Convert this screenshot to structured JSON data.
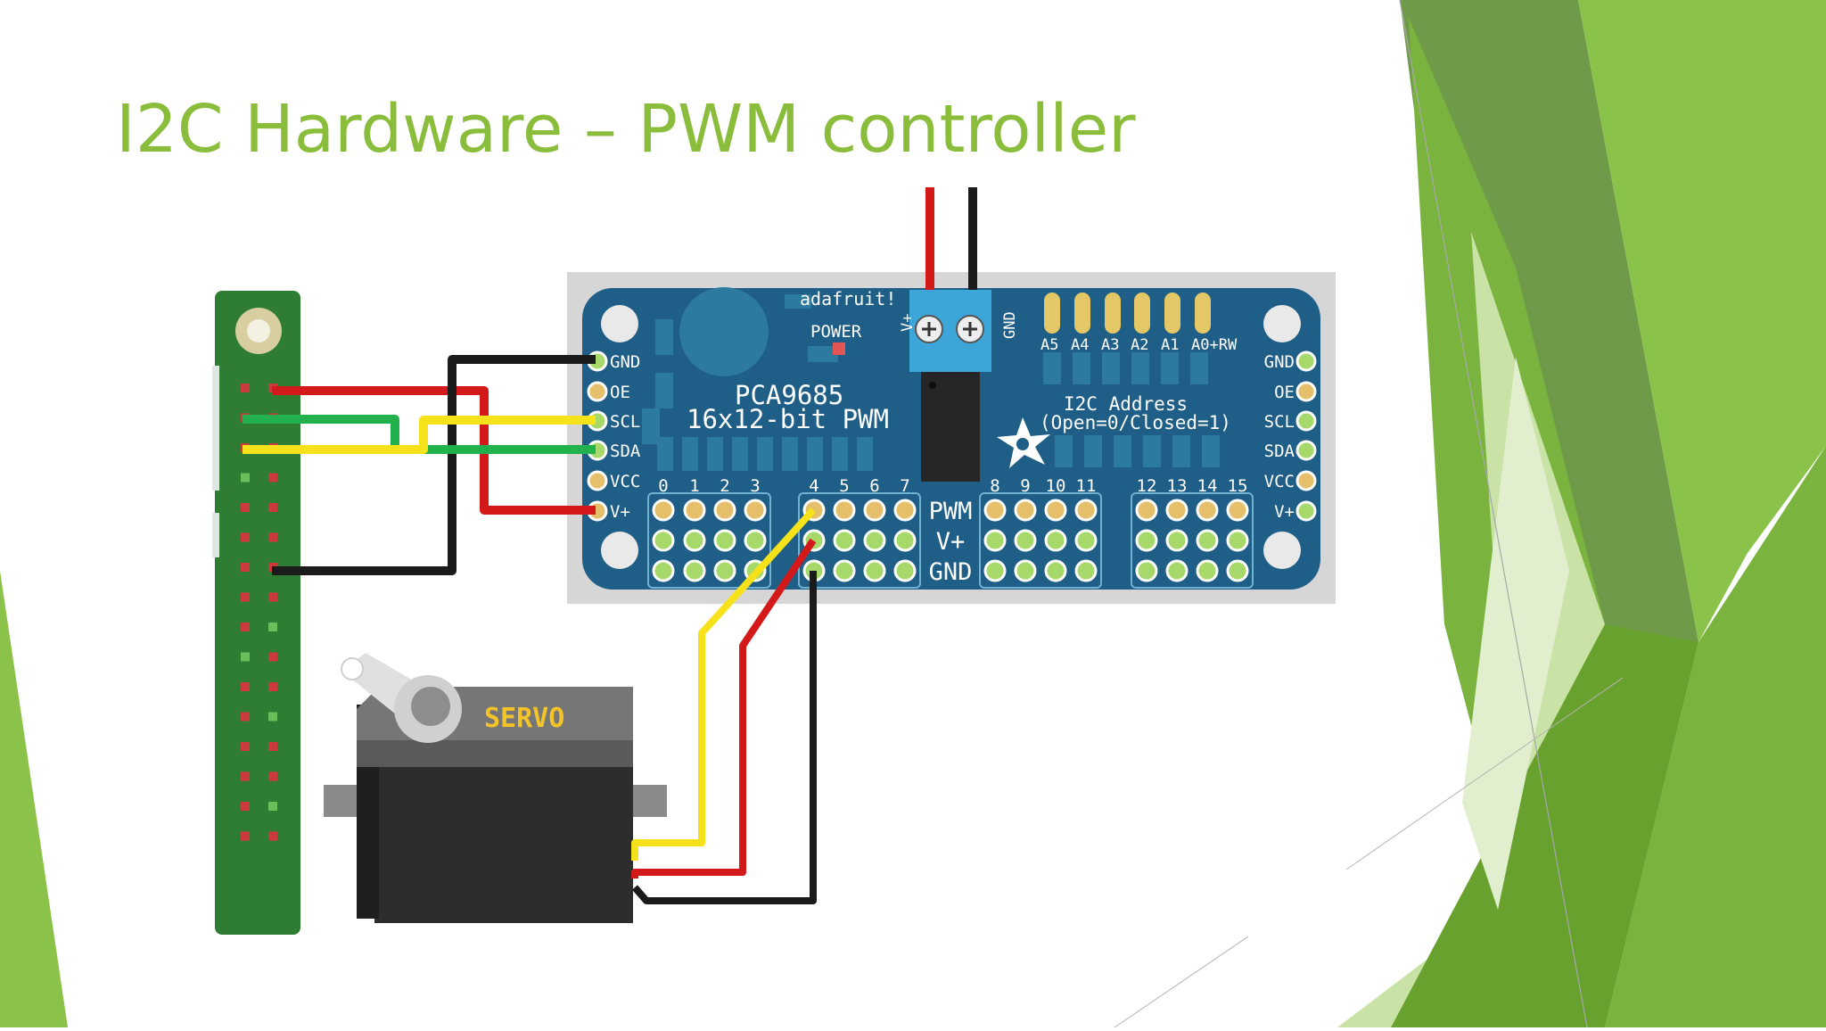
{
  "slide": {
    "title": "I2C Hardware – PWM controller"
  },
  "board": {
    "brand": "adafruit!",
    "power_label": "POWER",
    "chip_name": "PCA9685",
    "chip_desc": "16x12-bit PWM",
    "vplus_label": "V+",
    "gnd_label": "GND",
    "address_title": "I2C Address",
    "address_note": "(Open=0/Closed=1)",
    "address_pins": [
      "A5",
      "A4",
      "A3",
      "A2",
      "A1",
      "A0+RW"
    ],
    "left_pins": [
      "GND",
      "OE",
      "SCL",
      "SDA",
      "VCC",
      "V+"
    ],
    "right_pins": [
      "GND",
      "OE",
      "SCL",
      "SDA",
      "VCC",
      "V+"
    ],
    "channels": [
      "0",
      "1",
      "2",
      "3",
      "4",
      "5",
      "6",
      "7",
      "8",
      "9",
      "10",
      "11",
      "12",
      "13",
      "14",
      "15"
    ],
    "row_labels": [
      "PWM",
      "V+",
      "GND"
    ]
  },
  "servo": {
    "label": "SERVO"
  },
  "colors": {
    "title_green": "#8bbd3c",
    "board_blue": "#1f5e86",
    "pcb_green": "#2e7d32",
    "wire_red": "#d31919",
    "wire_black": "#1b1b1b",
    "wire_yellow": "#f5e21a",
    "wire_green": "#22b14c"
  }
}
